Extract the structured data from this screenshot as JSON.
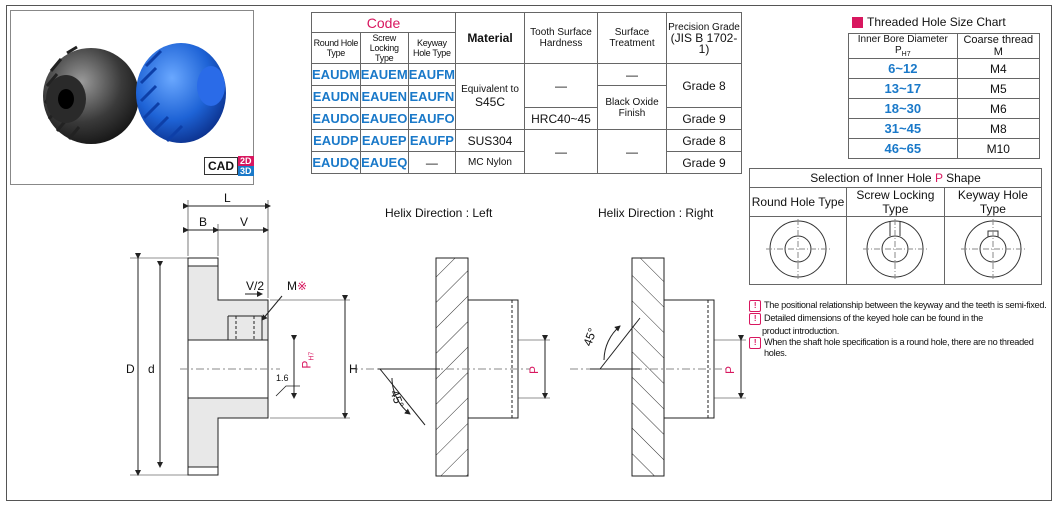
{
  "product_table": {
    "code_header": "Code",
    "sub_headers": [
      "Round Hole Type",
      "Screw Locking Type",
      "Keyway Hole Type"
    ],
    "material_header": "Material",
    "hardness_header_line1": "Tooth Surface",
    "hardness_header_line2": "Hardness",
    "treatment_header": "Surface Treatment",
    "grade_header_line1": "Precision Grade",
    "grade_header_line2": "(JIS B 1702-1)",
    "rows": [
      {
        "round": "EAUDM",
        "screw": "EAUEM",
        "keyway": "EAUFM",
        "grade": ""
      },
      {
        "round": "EAUDN",
        "screw": "EAUEN",
        "keyway": "EAUFN",
        "grade": "Grade 8"
      },
      {
        "round": "EAUDO",
        "screw": "EAUEO",
        "keyway": "EAUFO",
        "grade": "Grade 9"
      },
      {
        "round": "EAUDP",
        "screw": "EAUEP",
        "keyway": "EAUFP",
        "grade": "Grade 8"
      },
      {
        "round": "EAUDQ",
        "screw": "EAUEQ",
        "keyway": "—",
        "grade": "Grade 9"
      }
    ],
    "material_1_line1": "Equivalent to",
    "material_1_line2": "S45C",
    "material_2": "SUS304",
    "material_3": "MC Nylon",
    "dash": "—",
    "hardness_value": "HRC40~45",
    "treatment_value": "Black Oxide Finish"
  },
  "thread_chart": {
    "title": "Threaded Hole Size Chart",
    "col1_header": "Inner Bore Diameter P",
    "col1_sub": "H7",
    "col2_header": "Coarse thread M",
    "rows": [
      {
        "range": "6~12",
        "thread": "M4"
      },
      {
        "range": "13~17",
        "thread": "M5"
      },
      {
        "range": "18~30",
        "thread": "M6"
      },
      {
        "range": "31~45",
        "thread": "M8"
      },
      {
        "range": "46~65",
        "thread": "M10"
      }
    ]
  },
  "hole_selection": {
    "title_prefix": "Selection of Inner Hole ",
    "title_p": "P",
    "title_suffix": " Shape",
    "types": [
      "Round Hole Type",
      "Screw Locking Type",
      "Keyway Hole Type"
    ]
  },
  "notes": [
    "The positional relationship between the keyway and the teeth is semi-fixed.",
    "Detailed dimensions of the keyed hole can be found in the",
    "product introduction.",
    "When the shaft hole specification is a round hole, there are no threaded holes."
  ],
  "cad_badge": {
    "label": "CAD",
    "b2": "2D",
    "b3": "3D"
  },
  "drawing": {
    "dim_L": "L",
    "dim_B": "B",
    "dim_V": "V",
    "dim_V2": "V/2",
    "dim_M": "M",
    "dim_M_mark": "※",
    "dim_D": "D",
    "dim_d": "d",
    "dim_P": "P",
    "dim_P_sub": "H7",
    "dim_H": "H",
    "dim_16": "1.6",
    "helix_left": "Helix Direction : Left",
    "helix_right": "Helix Direction : Right",
    "angle": "45°"
  },
  "colors": {
    "brand_blue": "#1a79c9",
    "accent_magenta": "#d8175f"
  }
}
